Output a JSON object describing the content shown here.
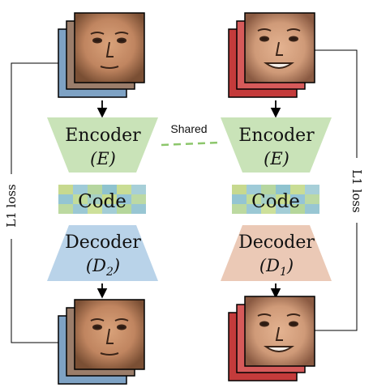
{
  "encoder_left": {
    "title": "Encoder",
    "symbol": "(E)"
  },
  "encoder_right": {
    "title": "Encoder",
    "symbol": "(E)"
  },
  "shared_label": "Shared",
  "code_left": "Code",
  "code_right": "Code",
  "decoder_left": {
    "title": "Decoder",
    "symbol_main": "(D",
    "symbol_sub": "2",
    "symbol_close": ")"
  },
  "decoder_right": {
    "title": "Decoder",
    "symbol_main": "(D",
    "symbol_sub": "1",
    "symbol_close": ")"
  },
  "loss_left": "L1 loss",
  "loss_right": "L1 loss",
  "colors": {
    "encoder_fill": "#c9e3b8",
    "decoder_left_fill": "#b9d3e9",
    "decoder_right_fill": "#ebc9b6",
    "shared_dash": "#8cc66b",
    "line": "#000000"
  }
}
